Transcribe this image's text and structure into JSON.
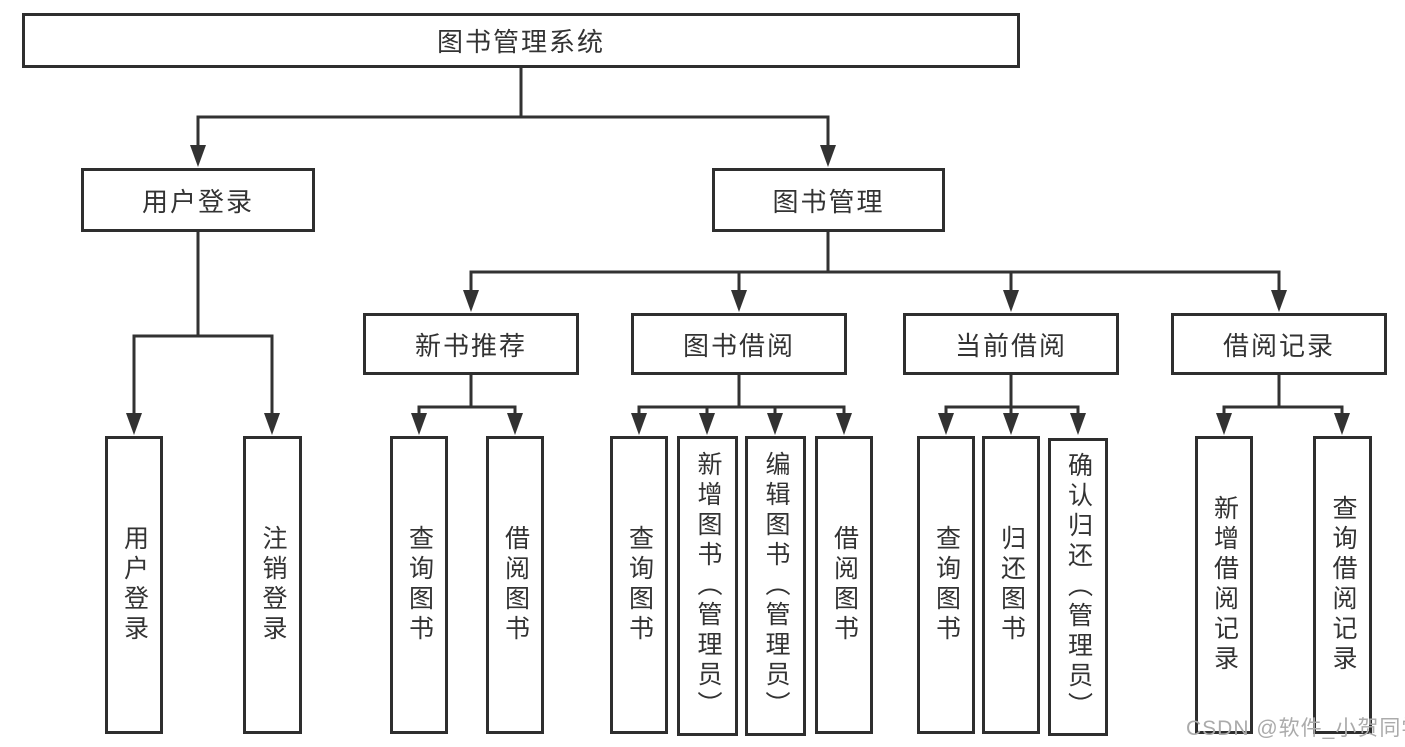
{
  "diagram": {
    "type": "tree",
    "colors": {
      "line": "#323232",
      "box_border": "#2e2e2e",
      "text": "#333333",
      "watermark": "#ababab",
      "background": "#ffffff"
    },
    "root": {
      "label": "图书管理系统",
      "children": [
        {
          "label": "用户登录",
          "children": [
            {
              "label": "用户登录"
            },
            {
              "label": "注销登录"
            }
          ]
        },
        {
          "label": "图书管理",
          "children": [
            {
              "label": "新书推荐",
              "children": [
                {
                  "label": "查询图书"
                },
                {
                  "label": "借阅图书"
                }
              ]
            },
            {
              "label": "图书借阅",
              "children": [
                {
                  "label": "查询图书"
                },
                {
                  "label": "新增图书（管理员）"
                },
                {
                  "label": "编辑图书（管理员）"
                },
                {
                  "label": "借阅图书"
                }
              ]
            },
            {
              "label": "当前借阅",
              "children": [
                {
                  "label": "查询图书"
                },
                {
                  "label": "归还图书"
                },
                {
                  "label": "确认归还（管理员）"
                }
              ]
            },
            {
              "label": "借阅记录",
              "children": [
                {
                  "label": "新增借阅记录"
                },
                {
                  "label": "查询借阅记录"
                }
              ]
            }
          ]
        }
      ]
    },
    "watermark": "CSDN @软件_小贺同学"
  }
}
